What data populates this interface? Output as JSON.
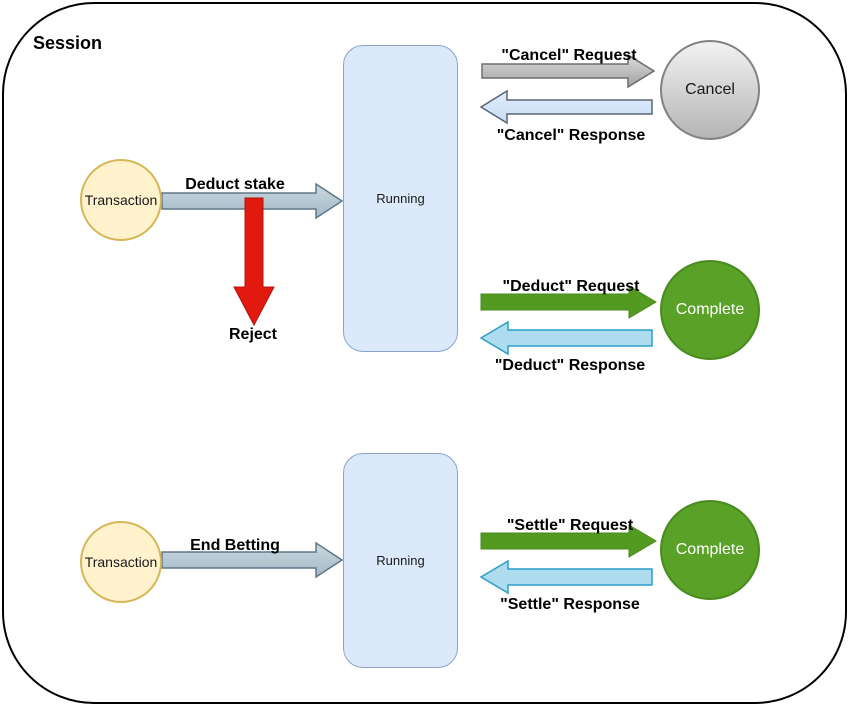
{
  "session": {
    "title": "Session"
  },
  "nodes": {
    "transaction_top": {
      "label": "Transaction",
      "fill": "#FFF2CC",
      "border": "#D6B656"
    },
    "transaction_bottom": {
      "label": "Transaction",
      "fill": "#FFF2CC",
      "border": "#D6B656"
    },
    "running_top": {
      "label": "Running",
      "fill": "#DCE9FB",
      "border": "#8BA3C9"
    },
    "running_bottom": {
      "label": "Running",
      "fill": "#DCE9FB",
      "border": "#8BA3C9"
    },
    "cancel": {
      "label": "Cancel",
      "fill_top": "#F2F2F2",
      "fill_bottom": "#B5B5B5",
      "border": "#828282"
    },
    "complete_middle": {
      "label": "Complete",
      "fill": "#59A127",
      "border": "#4A8A1E",
      "text_color": "#FFFFFF"
    },
    "complete_bottom": {
      "label": "Complete",
      "fill": "#59A127",
      "border": "#4A8A1E",
      "text_color": "#FFFFFF"
    }
  },
  "edges": {
    "deduct_stake": {
      "label": "Deduct stake",
      "color": "#B7C9D3"
    },
    "reject": {
      "label": "Reject",
      "color": "#E2190E"
    },
    "end_betting": {
      "label": "End Betting",
      "color": "#B7C9D3"
    },
    "cancel_request": {
      "label": "\"Cancel\" Request",
      "color": "#BFBFBF"
    },
    "cancel_response": {
      "label": "\"Cancel\" Response",
      "color": "#D8E8F9"
    },
    "deduct_request": {
      "label": "\"Deduct\" Request",
      "color": "#539A20"
    },
    "deduct_response": {
      "label": "\"Deduct\" Response",
      "color": "#ACDCEE"
    },
    "settle_request": {
      "label": "\"Settle\" Request",
      "color": "#539A20"
    },
    "settle_response": {
      "label": "\"Settle\" Response",
      "color": "#ACDCEE"
    }
  }
}
